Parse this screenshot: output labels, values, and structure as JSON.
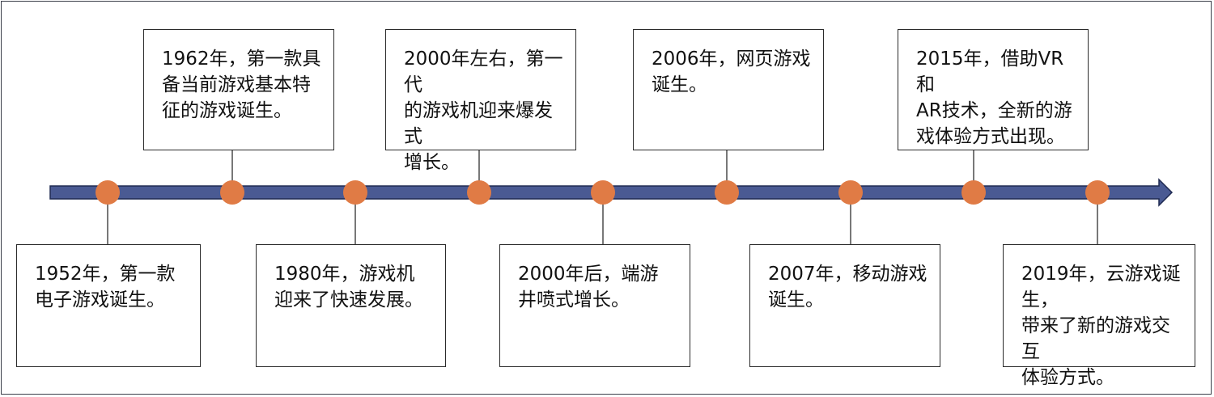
{
  "colors": {
    "axis_fill": "#4a5a93",
    "axis_stroke": "#1f2a52",
    "marker_fill": "#e07b45",
    "connector": "#4a4a4a",
    "box_border": "#2b2b2b"
  },
  "events": [
    {
      "text": "1952年，第一款\n电子游戏诞生。",
      "side": "below"
    },
    {
      "text": "1962年，第一款具\n备当前游戏基本特\n征的游戏诞生。",
      "side": "above"
    },
    {
      "text": "1980年，游戏机\n迎来了快速发展。",
      "side": "below"
    },
    {
      "text": "2000年左右，第一代\n的游戏机迎来爆发式\n增长。",
      "side": "above"
    },
    {
      "text": "2000年后，端游\n井喷式增长。",
      "side": "below"
    },
    {
      "text": "2006年，网页游戏\n诞生。",
      "side": "above"
    },
    {
      "text": "2007年，移动游戏\n诞生。",
      "side": "below"
    },
    {
      "text": "2015年，借助VR和\nAR技术，全新的游\n戏体验方式出现。",
      "side": "above"
    },
    {
      "text": "2019年，云游戏诞生，\n带来了新的游戏交互\n体验方式。",
      "side": "below"
    }
  ]
}
